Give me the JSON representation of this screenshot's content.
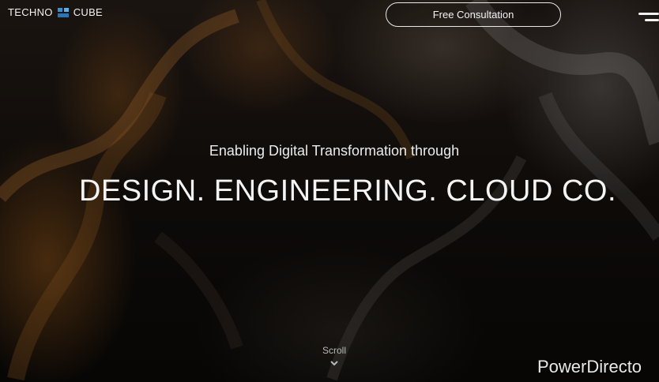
{
  "header": {
    "logo_left": "TECHNO",
    "logo_right": "CUBE",
    "logo_icon": "cube-logo-icon",
    "cta_label": "Free Consultation",
    "menu_icon": "hamburger-menu-icon"
  },
  "hero": {
    "tagline": "Enabling Digital Transformation through",
    "headline": "DESIGN. ENGINEERING. CLOUD CO."
  },
  "scroll": {
    "label": "Scroll",
    "icon": "chevron-down-icon"
  },
  "watermark": "PowerDirecto",
  "colors": {
    "logo_accent": "#3a8fd6",
    "text": "#f2f2f2"
  }
}
